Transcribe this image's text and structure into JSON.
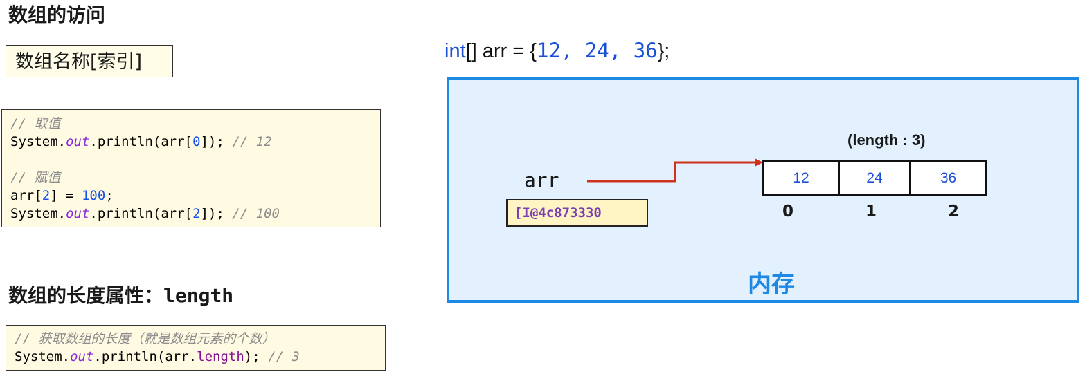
{
  "access": {
    "heading": "数组的访问",
    "syntax": "数组名称[索引]",
    "code": {
      "comment_get": "// 取值",
      "line1_pre": "System.",
      "out": "out",
      "line1_mid": ".println(arr[",
      "idx0": "0",
      "line1_end": "]); ",
      "result1": "// 12",
      "comment_set": "// 赋值",
      "line2_pre": "arr[",
      "idx2": "2",
      "line2_mid": "] = ",
      "hundred": "100",
      "line2_end": ";",
      "line3_mid": ".println(arr[",
      "line3_end": "]); ",
      "result3": "// 100"
    }
  },
  "length": {
    "heading_cn": "数组的长度属性：",
    "heading_kw": "length",
    "code": {
      "comment": "// 获取数组的长度（就是数组元素的个数）",
      "pre": "System.",
      "out": "out",
      "mid": ".println(arr.",
      "length": "length",
      "end": "); ",
      "result": "// 3"
    }
  },
  "declaration": {
    "kw": "int",
    "rest": "[] arr = {",
    "v1": "12",
    "sep1": ", ",
    "v2": "24",
    "sep2": ", ",
    "v3": "36",
    "close": "};"
  },
  "memory": {
    "label": "内存",
    "var_name": "arr",
    "address": "[I@4c873330",
    "length_label": "(length : 3)",
    "cells": [
      "12",
      "24",
      "36"
    ],
    "indices": [
      "0",
      "1",
      "2"
    ],
    "colors": {
      "border": "#1e88e5",
      "fill": "#e3f0fd",
      "arrow": "#d0311c",
      "label": "#1e88e5"
    }
  }
}
